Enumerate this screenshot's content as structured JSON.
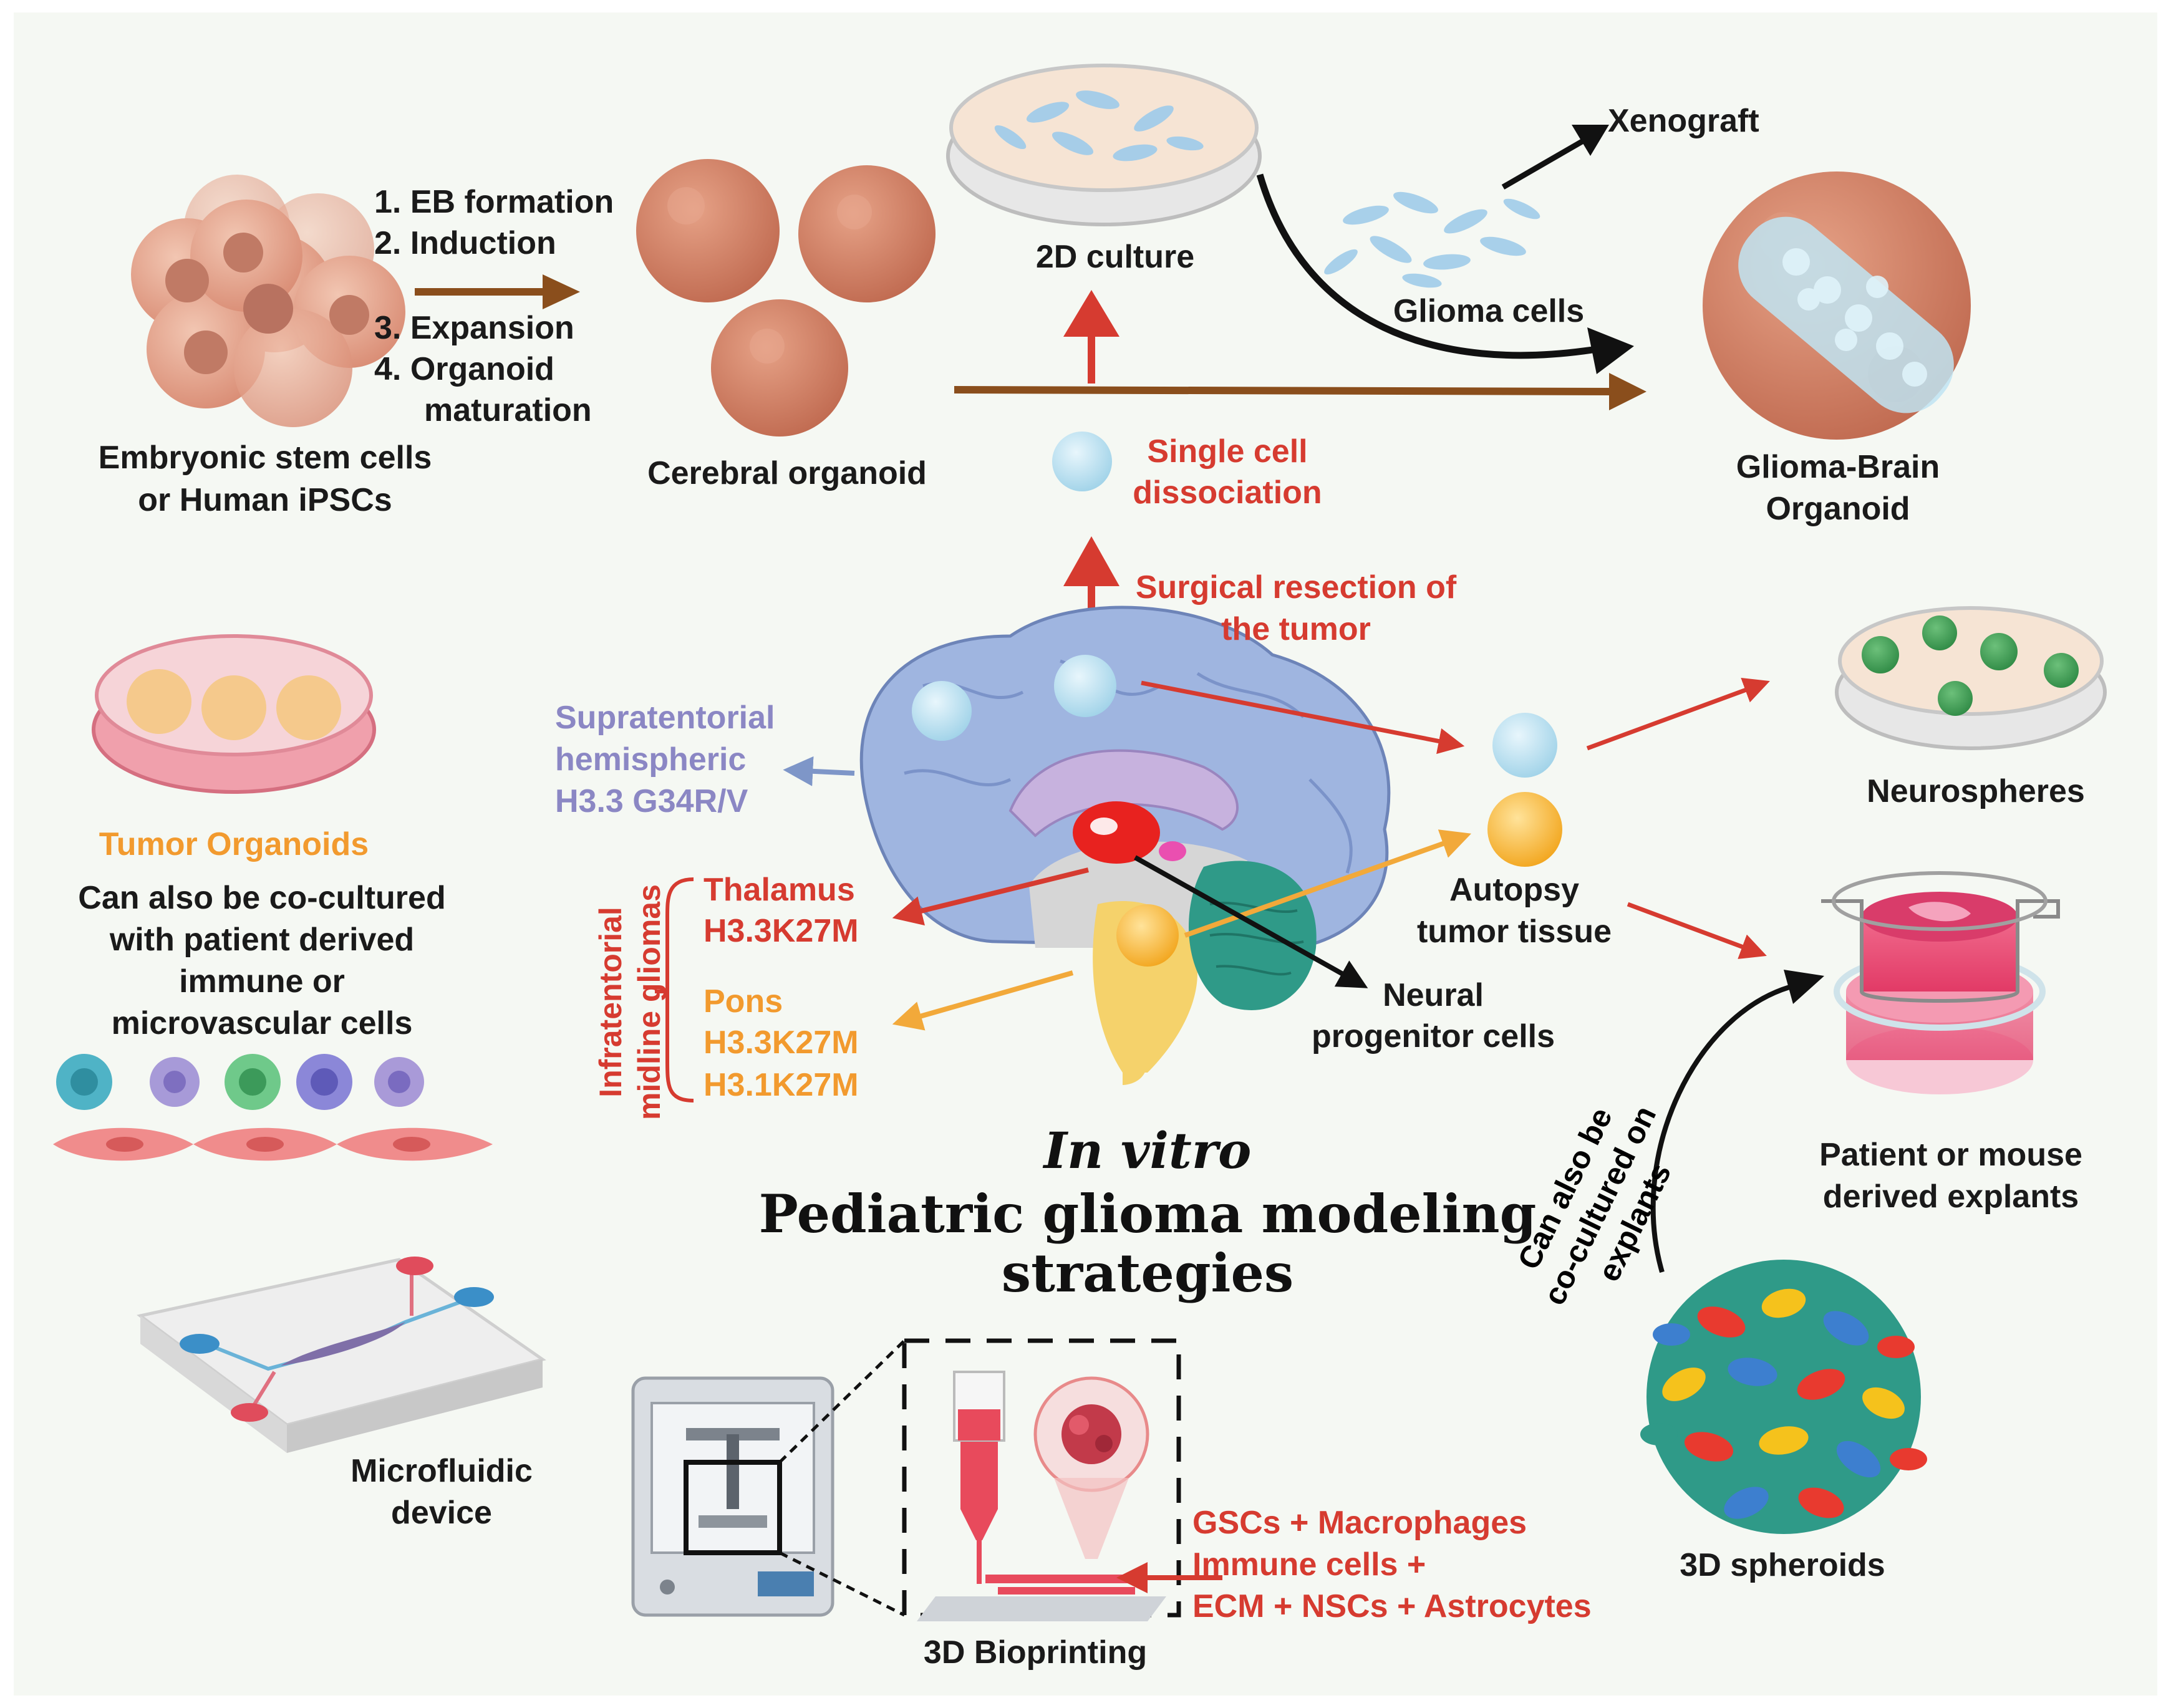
{
  "title": {
    "line1": "In vitro",
    "line2": "Pediatric glioma modeling",
    "line3": "strategies"
  },
  "organoid_protocol": {
    "steps": [
      "1.  EB formation",
      "2.  Induction",
      "3.  Expansion",
      "4.  Organoid",
      "maturation"
    ],
    "source_label": [
      "Embryonic stem cells",
      "or Human iPSCs"
    ],
    "product_label": "Cerebral organoid"
  },
  "culture_2d": {
    "label": "2D culture"
  },
  "xenograft": {
    "label": "Xenograft"
  },
  "glioma_cells": {
    "label": "Glioma cells"
  },
  "glioma_brain_organoid": {
    "label": [
      "Glioma-Brain",
      "Organoid"
    ]
  },
  "single_cell": {
    "label": [
      "Single cell",
      "dissociation"
    ]
  },
  "surgical": {
    "label": [
      "Surgical resection of",
      "the tumor"
    ]
  },
  "neurospheres": {
    "label": "Neurospheres"
  },
  "autopsy": {
    "label": [
      "Autopsy",
      "tumor tissue"
    ]
  },
  "neural_progenitor": {
    "label": [
      "Neural",
      "progenitor cells"
    ]
  },
  "supratentorial": {
    "label": [
      "Supratentorial",
      "hemispheric",
      "H3.3 G34R/V"
    ]
  },
  "infratentorial": {
    "label": [
      "Infratentorial",
      "midline gliomas"
    ],
    "thalamus": [
      "Thalamus",
      "H3.3K27M"
    ],
    "pons": [
      "Pons",
      "H3.3K27M",
      "H3.1K27M"
    ]
  },
  "tumor_organoids": {
    "label": "Tumor Organoids",
    "coculture": [
      "Can also be co-cultured",
      "with patient derived",
      "immune or",
      "microvascular cells"
    ]
  },
  "explants": {
    "label": [
      "Patient or mouse",
      "derived explants"
    ],
    "coculture": [
      "Can also be",
      "co-cultured on",
      "explants"
    ]
  },
  "spheroids": {
    "label": "3D spheroids"
  },
  "microfluidic": {
    "label": [
      "Microfluidic",
      "device"
    ]
  },
  "bioprinting": {
    "label": "3D Bioprinting",
    "components": [
      "GSCs + Macrophages",
      "Immune cells +",
      "ECM + NSCs + Astrocytes"
    ]
  },
  "colors": {
    "red": "#d63b30",
    "orange": "#f29a2e",
    "purple": "#8b87c4",
    "brown_arrow": "#8a4e1c",
    "organoid": "#d3846a",
    "brain": "#9fb5e0",
    "cerebellum": "#2f9a88"
  }
}
